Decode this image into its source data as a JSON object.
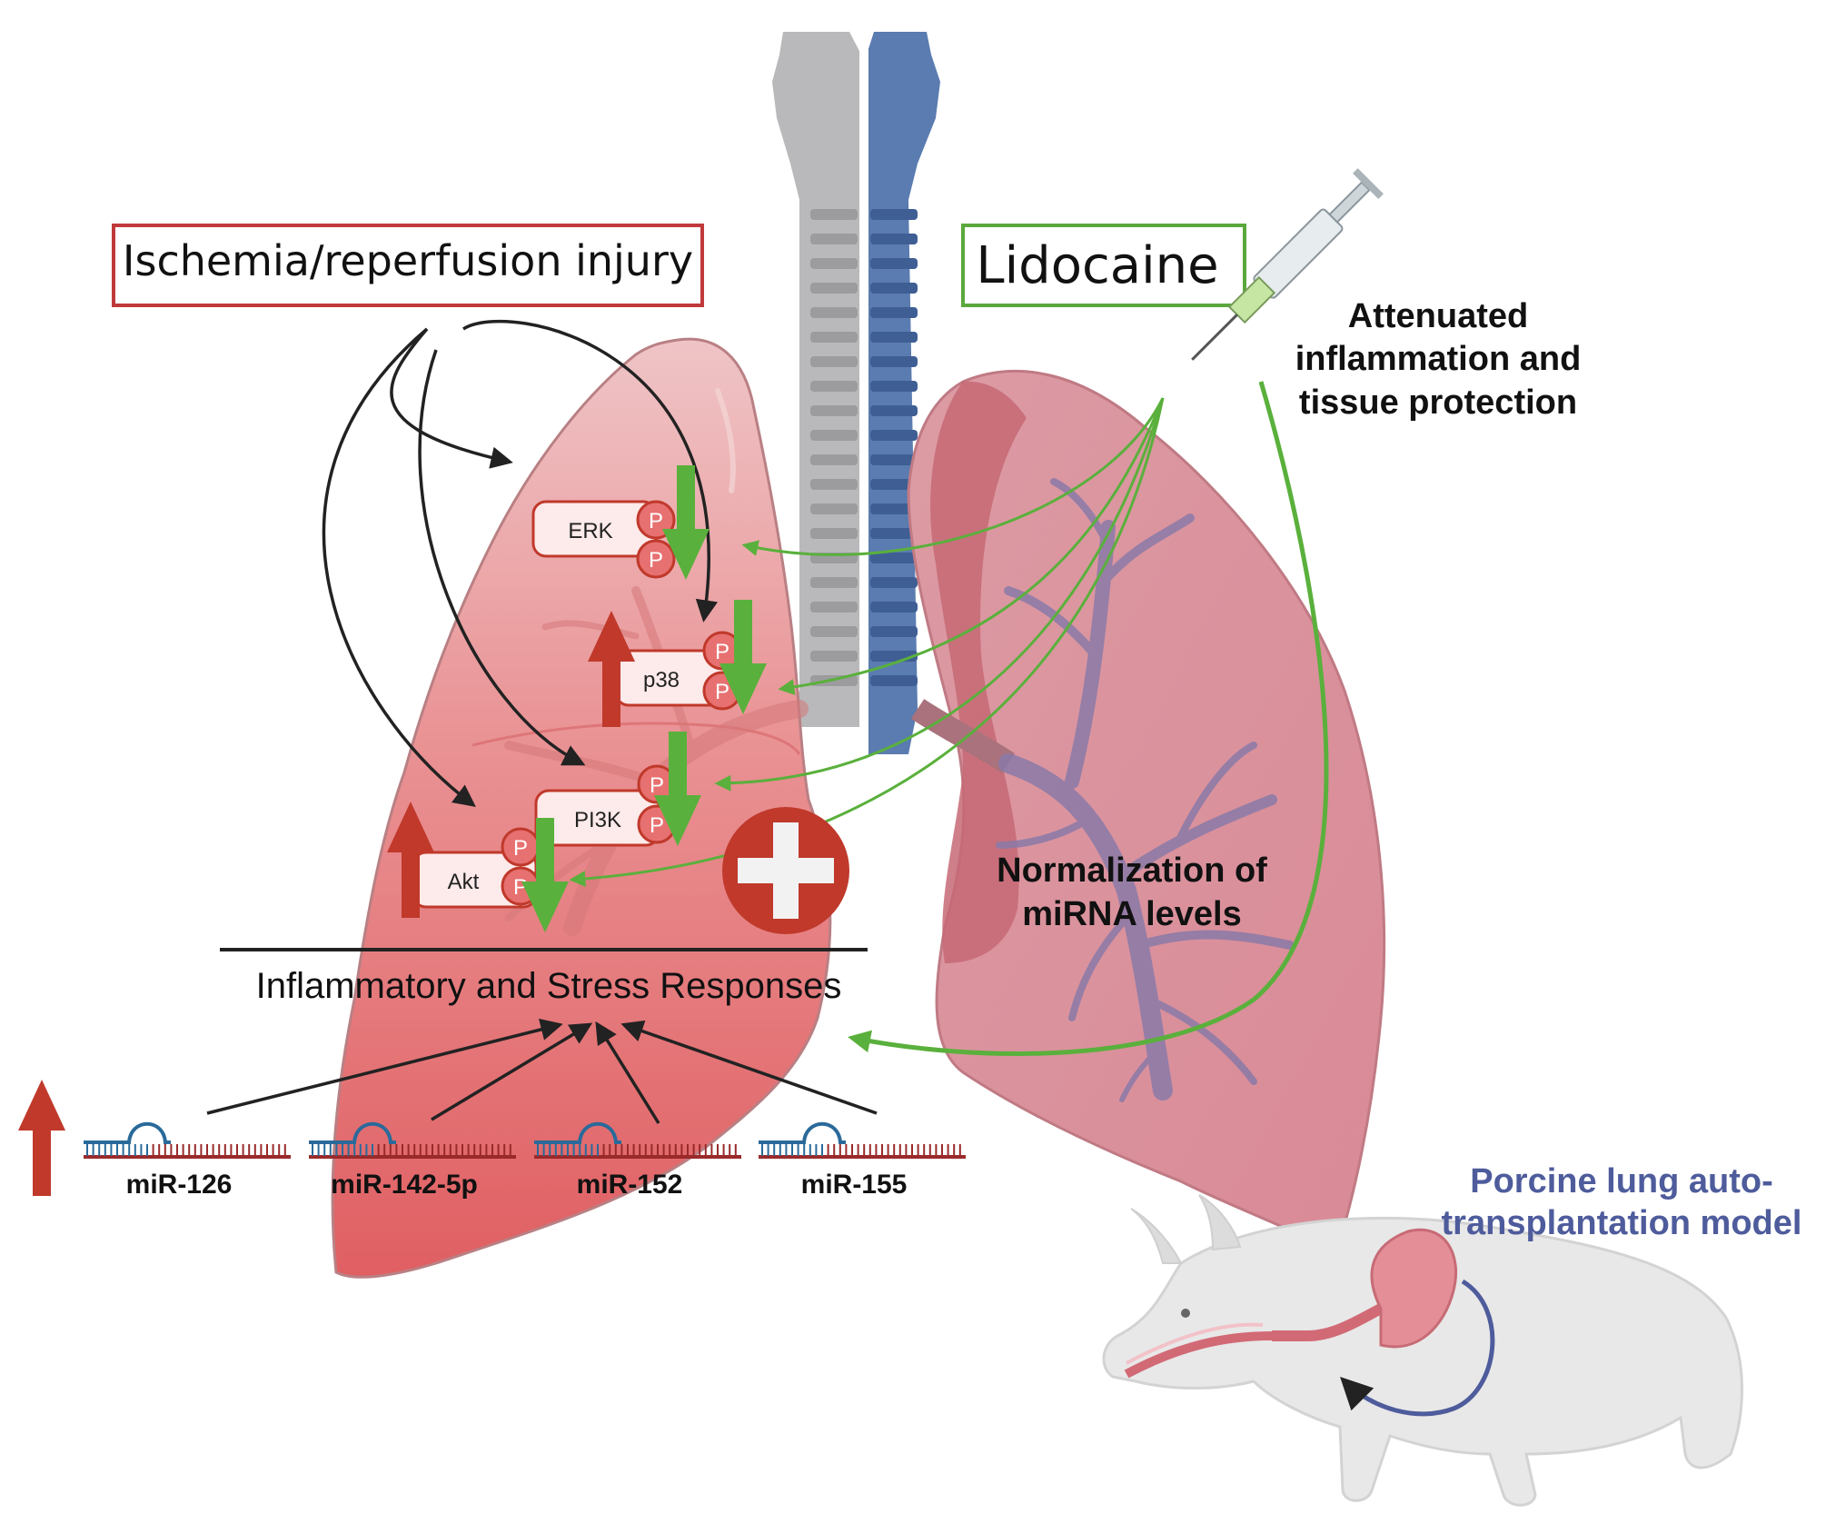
{
  "injury_box": {
    "label": "Ischemia/reperfusion injury",
    "color": "#c0393b"
  },
  "lidocaine_box": {
    "label": "Lidocaine",
    "color": "#5aa83c"
  },
  "outcome": {
    "line1": "Attenuated",
    "line2": "inflammation and",
    "line3": "tissue protection"
  },
  "normalization": {
    "line1": "Normalization of",
    "line2": "miRNA levels"
  },
  "responses_label": "Inflammatory and Stress Responses",
  "proteins": {
    "erk": "ERK",
    "p38": "p38",
    "pi3k": "PI3K",
    "akt": "Akt",
    "phospho": "P"
  },
  "mirnas": [
    "miR-126",
    "miR-142-5p",
    "miR-152",
    "miR-155"
  ],
  "model": {
    "line1": "Porcine lung auto-",
    "line2": "transplantation model",
    "color": "#4e5c9c"
  },
  "colors": {
    "up_arrow": "#c0392b",
    "down_arrow": "#5ab03c",
    "injured_lung": "#e77070",
    "healthy_lung": "#d98a96",
    "trachea_left": "#b9b9bb",
    "trachea_right": "#5a7cb0",
    "plus_circle": "#c0392b"
  }
}
